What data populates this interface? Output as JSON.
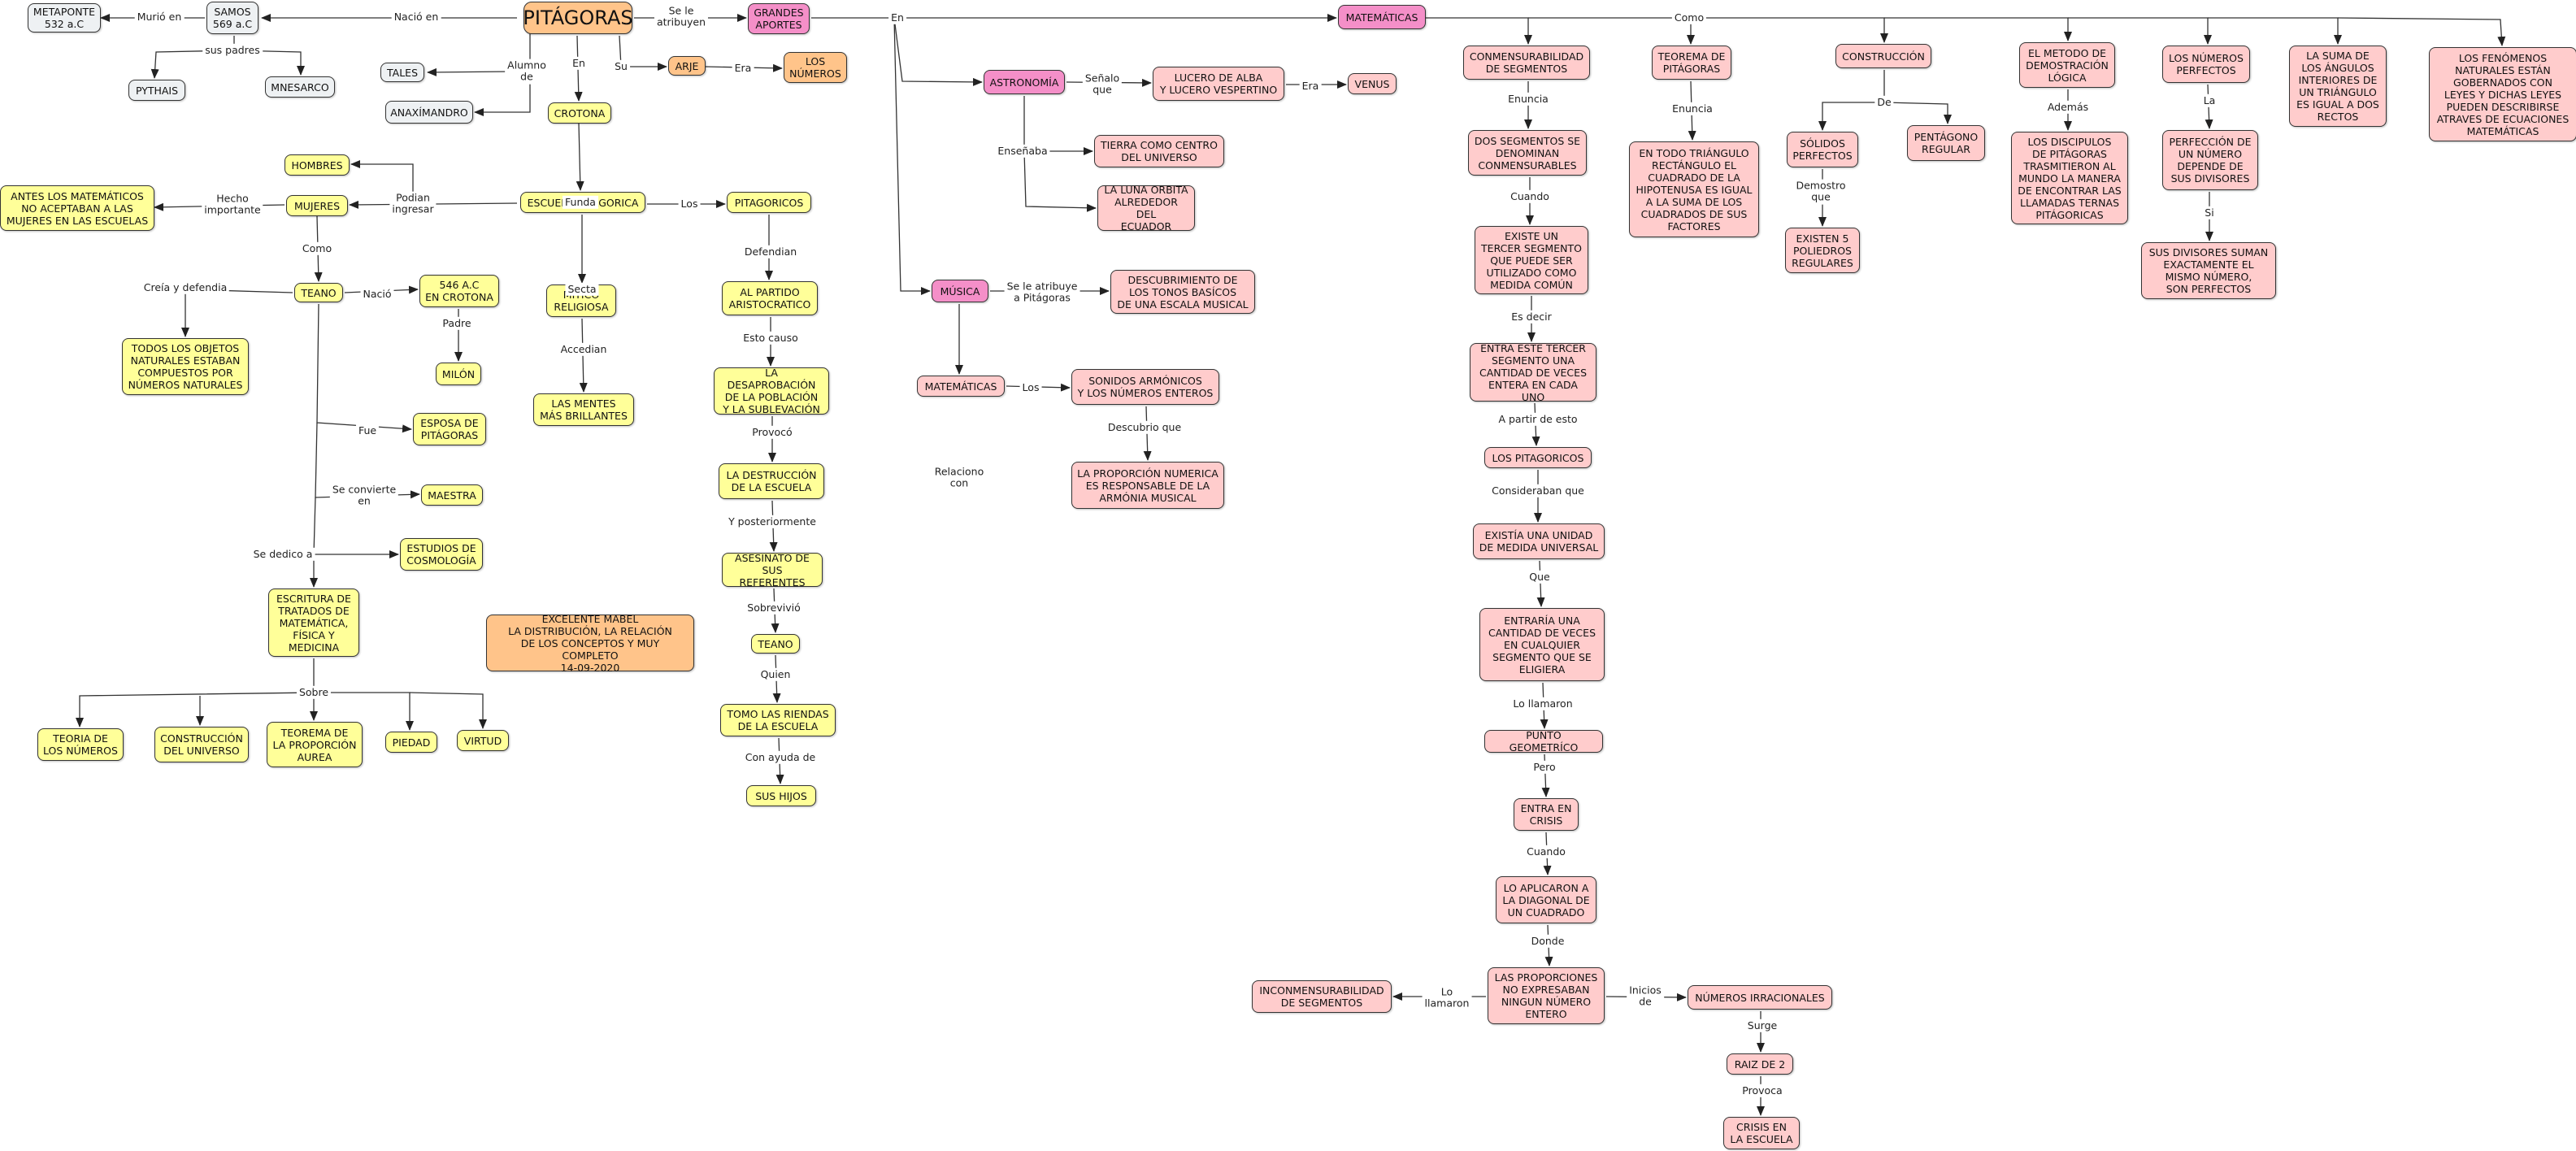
{
  "colors": {
    "grey": "#eef1f3",
    "yellow": "#ffff99",
    "orange": "#ffc48a",
    "pink": "#ffcccc",
    "magenta": "#f48fc8",
    "edge": "#333333"
  },
  "nodes": [
    {
      "id": "pitagoras",
      "text": "PITÁGORAS",
      "color": "orange",
      "size": "big"
    },
    {
      "id": "samos",
      "text": "SAMOS\n569 a.C",
      "color": "grey"
    },
    {
      "id": "metaponte",
      "text": "METAPONTE\n532 a.C",
      "color": "grey"
    },
    {
      "id": "pythais",
      "text": "PYTHAIS",
      "color": "grey"
    },
    {
      "id": "mnesarco",
      "text": "MNESARCO",
      "color": "grey"
    },
    {
      "id": "tales",
      "text": "TALES",
      "color": "grey"
    },
    {
      "id": "anaximandro",
      "text": "ANAXÍMANDRO",
      "color": "grey"
    },
    {
      "id": "crotona",
      "text": "CROTONA",
      "color": "yellow"
    },
    {
      "id": "arje",
      "text": "ARJE",
      "color": "orange"
    },
    {
      "id": "los_numeros",
      "text": "LOS\nNÚMEROS",
      "color": "orange"
    },
    {
      "id": "grandes_aportes",
      "text": "GRANDES\nAPORTES",
      "color": "magenta"
    },
    {
      "id": "escuela",
      "text": "ESCUELA PITAGORICA",
      "color": "yellow"
    },
    {
      "id": "hombres",
      "text": "HOMBRES",
      "color": "yellow"
    },
    {
      "id": "mujeres",
      "text": "MUJERES",
      "color": "yellow"
    },
    {
      "id": "antes_matematicos",
      "text": "ANTES LOS MATEMÁTICOS\nNO ACEPTABAN A LAS\nMUJERES EN LAS ESCUELAS",
      "color": "yellow"
    },
    {
      "id": "teano1",
      "text": "TEANO",
      "color": "yellow"
    },
    {
      "id": "a546",
      "text": "546 A.C\nEN CROTONA",
      "color": "yellow"
    },
    {
      "id": "milon",
      "text": "MILÓN",
      "color": "yellow"
    },
    {
      "id": "todos_objetos",
      "text": "TODOS LOS OBJETOS\nNATURALES ESTABAN\nCOMPUESTOS POR\nNÚMEROS NATURALES",
      "color": "yellow"
    },
    {
      "id": "esposa",
      "text": "ESPOSA DE\nPITÁGORAS",
      "color": "yellow"
    },
    {
      "id": "maestra",
      "text": "MAESTRA",
      "color": "yellow"
    },
    {
      "id": "estudios",
      "text": "ESTUDIOS DE\nCOSMOLOGÍA",
      "color": "yellow"
    },
    {
      "id": "escritura",
      "text": "ESCRITURA DE\nTRATADOS DE\nMATEMÁTICA,\nFÍSICA Y\nMEDICINA",
      "color": "yellow"
    },
    {
      "id": "teoria_numeros",
      "text": "TEORIA DE\nLOS NÚMEROS",
      "color": "yellow"
    },
    {
      "id": "construccion_universo",
      "text": "CONSTRUCCIÓN\nDEL UNIVERSO",
      "color": "yellow"
    },
    {
      "id": "teorema_proporcion",
      "text": "TEOREMA DE\nLA PROPORCIÓN\nAUREA",
      "color": "yellow"
    },
    {
      "id": "piedad",
      "text": "PIEDAD",
      "color": "yellow"
    },
    {
      "id": "virtud",
      "text": "VIRTUD",
      "color": "yellow"
    },
    {
      "id": "mitico",
      "text": "MITICO\nRELIGIOSA",
      "color": "yellow"
    },
    {
      "id": "mentes",
      "text": "LAS MENTES\nMÁS BRILLANTES",
      "color": "yellow"
    },
    {
      "id": "pitagoricos1",
      "text": "PITAGORICOS",
      "color": "yellow"
    },
    {
      "id": "partido",
      "text": "AL PARTIDO\nARISTOCRATICO",
      "color": "yellow"
    },
    {
      "id": "desaprobacion",
      "text": "LA DESAPROBACIÓN\nDE LA POBLACIÓN\nY LA SUBLEVACIÓN",
      "color": "yellow"
    },
    {
      "id": "destruccion",
      "text": "LA DESTRUCCIÓN\nDE LA ESCUELA",
      "color": "yellow"
    },
    {
      "id": "asesinato",
      "text": "ASESINATO DE\nSUS REFERENTES",
      "color": "yellow"
    },
    {
      "id": "teano2",
      "text": "TEANO",
      "color": "yellow"
    },
    {
      "id": "tomo",
      "text": "TOMO LAS RIENDAS\nDE LA ESCUELA",
      "color": "yellow"
    },
    {
      "id": "sus_hijos",
      "text": "SUS HIJOS",
      "color": "yellow"
    },
    {
      "id": "excelente",
      "text": "EXCELENTE MABEL\nLA DISTRIBUCIÓN, LA RELACIÓN\nDE LOS CONCEPTOS Y MUY COMPLETO\n14-09-2020",
      "color": "orange"
    },
    {
      "id": "astronomia",
      "text": "ASTRONOMÍA",
      "color": "magenta"
    },
    {
      "id": "lucero",
      "text": "LUCERO DE ALBA\nY LUCERO VESPERTINO",
      "color": "pink"
    },
    {
      "id": "venus",
      "text": "VENUS",
      "color": "pink"
    },
    {
      "id": "tierra",
      "text": "TIERRA COMO CENTRO\nDEL UNIVERSO",
      "color": "pink"
    },
    {
      "id": "luna",
      "text": "LA LUNA ORBITA\nALREDEDOR DEL\nECUADOR",
      "color": "pink"
    },
    {
      "id": "musica",
      "text": "MÚSICA",
      "color": "magenta"
    },
    {
      "id": "descubrimiento",
      "text": "DESCUBRIMIENTO DE\nLOS TONOS BASÍCOS\nDE UNA ESCALA MUSICAL",
      "color": "pink"
    },
    {
      "id": "matematicas2",
      "text": "MATEMÁTICAS",
      "color": "pink"
    },
    {
      "id": "sonidos",
      "text": "SONIDOS ARMÓNICOS\nY LOS NÚMEROS ENTEROS",
      "color": "pink"
    },
    {
      "id": "proporcion_numerica",
      "text": "LA PROPORCIÓN NUMERICA\nES RESPONSABLE DE LA\nARMÓNIA MUSICAL",
      "color": "pink"
    },
    {
      "id": "matematicas",
      "text": "MATEMÁTICAS",
      "color": "magenta"
    },
    {
      "id": "conmensurabilidad",
      "text": "CONMENSURABILIDAD\nDE SEGMENTOS",
      "color": "pink"
    },
    {
      "id": "dos_segmentos",
      "text": "DOS SEGMENTOS SE\nDENOMINAN\nCONMENSURABLES",
      "color": "pink"
    },
    {
      "id": "existe_tercer",
      "text": "EXISTE UN\nTERCER SEGMENTO\nQUE PUEDE SER\nUTILIZADO COMO\nMEDIDA COMÚN",
      "color": "pink"
    },
    {
      "id": "entra_tercer",
      "text": "ENTRA ESTE TERCER\nSEGMENTO UNA\nCANTIDAD DE VECES\nENTERA EN CADA UNO",
      "color": "pink"
    },
    {
      "id": "pitagoricos2",
      "text": "LOS PITAGORICOS",
      "color": "pink"
    },
    {
      "id": "existia",
      "text": "EXISTÍA UNA UNIDAD\nDE MEDIDA UNIVERSAL",
      "color": "pink"
    },
    {
      "id": "entraria",
      "text": "ENTRARÍA UNA\nCANTIDAD DE VECES\nEN CUALQUIER\nSEGMENTO QUE SE\nELIGIERA",
      "color": "pink"
    },
    {
      "id": "punto",
      "text": "PUNTO GEOMETRÍCO",
      "color": "pink"
    },
    {
      "id": "crisis1",
      "text": "ENTRA EN\nCRISIS",
      "color": "pink"
    },
    {
      "id": "aplicaron",
      "text": "LO APLICARON A\nLA DIAGONAL DE\nUN CUADRADO",
      "color": "pink"
    },
    {
      "id": "proporciones",
      "text": "LAS PROPORCIONES\nNO EXPRESABAN\nNINGUN NÚMERO\nENTERO",
      "color": "pink"
    },
    {
      "id": "inconmensurabilidad",
      "text": "INCONMENSURABILIDAD\nDE SEGMENTOS",
      "color": "pink"
    },
    {
      "id": "irracionales",
      "text": "NÚMEROS IRRACIONALES",
      "color": "pink"
    },
    {
      "id": "raiz",
      "text": "RAIZ DE 2",
      "color": "pink"
    },
    {
      "id": "crisis2",
      "text": "CRISIS EN\nLA ESCUELA",
      "color": "pink"
    },
    {
      "id": "teorema_pitagoras",
      "text": "TEOREMA DE\nPITÁGORAS",
      "color": "pink"
    },
    {
      "id": "triangulo",
      "text": "EN TODO TRIÁNGULO\nRECTÁNGULO EL\nCUADRADO DE LA\nHIPOTENUSA ES IGUAL\nA LA SUMA DE LOS\nCUADRADOS DE SUS\nFACTORES",
      "color": "pink"
    },
    {
      "id": "construccion",
      "text": "CONSTRUCCIÓN",
      "color": "pink"
    },
    {
      "id": "solidos",
      "text": "SÓLIDOS\nPERFECTOS",
      "color": "pink"
    },
    {
      "id": "pentagono",
      "text": "PENTÁGONO\nREGULAR",
      "color": "pink"
    },
    {
      "id": "existen5",
      "text": "EXISTEN 5\nPOLIEDROS\nREGULARES",
      "color": "pink"
    },
    {
      "id": "metodo",
      "text": "EL METODO DE\nDEMOSTRACIÓN\nLÓGICA",
      "color": "pink"
    },
    {
      "id": "discipulos",
      "text": "LOS DISCIPULOS\nDE PITÁGORAS\nTRASMITIERON AL\nMUNDO LA MANERA\nDE ENCONTRAR LAS\nLLAMADAS TERNAS\nPITÁGORICAS",
      "color": "pink"
    },
    {
      "id": "numeros_perfectos",
      "text": "LOS NÚMEROS\nPERFECTOS",
      "color": "pink"
    },
    {
      "id": "perfeccion",
      "text": "PERFECCIÓN DE\nUN NÚMERO\nDEPENDE DE\nSUS DIVISORES",
      "color": "pink"
    },
    {
      "id": "divisores",
      "text": "SUS DIVISORES SUMAN\nEXACTAMENTE EL\nMISMO NÚMERO,\nSON PERFECTOS",
      "color": "pink"
    },
    {
      "id": "suma_angulos",
      "text": "LA SUMA DE\nLOS ÁNGULOS\nINTERIORES DE\nUN TRIÁNGULO\nES IGUAL A DOS\nRECTOS",
      "color": "pink"
    },
    {
      "id": "fenomenos",
      "text": "LOS FENÓMENOS\nNATURALES ESTÁN\nGOBERNADOS CON\nLEYES Y DICHAS LEYES\nPUEDEN DESCRIBIRSE\nATRAVES DE ECUACIONES\nMATEMÁTICAS",
      "color": "pink"
    }
  ],
  "labels": [
    {
      "id": "l_murio",
      "text": "Murió en"
    },
    {
      "id": "l_nacio_en",
      "text": "Nació en"
    },
    {
      "id": "l_sus_padres",
      "text": "sus padres"
    },
    {
      "id": "l_alumno",
      "text": "Alumno\nde"
    },
    {
      "id": "l_en1",
      "text": "En"
    },
    {
      "id": "l_su",
      "text": "Su"
    },
    {
      "id": "l_era1",
      "text": "Era"
    },
    {
      "id": "l_atribuyen",
      "text": "Se le\natribuyen"
    },
    {
      "id": "l_en2",
      "text": "En"
    },
    {
      "id": "l_como1",
      "text": "Como"
    },
    {
      "id": "l_funda",
      "text": "Funda"
    },
    {
      "id": "l_podian",
      "text": "Podian\ningresar"
    },
    {
      "id": "l_hecho",
      "text": "Hecho\nimportante"
    },
    {
      "id": "l_como2",
      "text": "Como"
    },
    {
      "id": "l_creia",
      "text": "Creía y defendia"
    },
    {
      "id": "l_nacio",
      "text": "Nació"
    },
    {
      "id": "l_padre",
      "text": "Padre"
    },
    {
      "id": "l_fue",
      "text": "Fue"
    },
    {
      "id": "l_convierte",
      "text": "Se convierte\nen"
    },
    {
      "id": "l_dedico",
      "text": "Se dedico a"
    },
    {
      "id": "l_sobre",
      "text": "Sobre"
    },
    {
      "id": "l_secta",
      "text": "Secta"
    },
    {
      "id": "l_accedian",
      "text": "Accedian"
    },
    {
      "id": "l_los1",
      "text": "Los"
    },
    {
      "id": "l_defendian",
      "text": "Defendian"
    },
    {
      "id": "l_causo",
      "text": "Esto causo"
    },
    {
      "id": "l_provoco",
      "text": "Provocó"
    },
    {
      "id": "l_posteriormente",
      "text": "Y posteriormente"
    },
    {
      "id": "l_sobrevivio",
      "text": "Sobrevivió"
    },
    {
      "id": "l_quien",
      "text": "Quien"
    },
    {
      "id": "l_ayuda",
      "text": "Con ayuda de"
    },
    {
      "id": "l_senalo",
      "text": "Señalo\nque"
    },
    {
      "id": "l_era2",
      "text": "Era"
    },
    {
      "id": "l_enseñaba",
      "text": "Enseñaba"
    },
    {
      "id": "l_atribuye",
      "text": "Se le atribuye\na Pitágoras"
    },
    {
      "id": "l_relaciono",
      "text": "Relaciono\ncon"
    },
    {
      "id": "l_los2",
      "text": "Los"
    },
    {
      "id": "l_descubrio",
      "text": "Descubrio que"
    },
    {
      "id": "l_enuncia1",
      "text": "Enuncia"
    },
    {
      "id": "l_cuando1",
      "text": "Cuando"
    },
    {
      "id": "l_es_decir",
      "text": "Es decir"
    },
    {
      "id": "l_partir",
      "text": "A partir de esto"
    },
    {
      "id": "l_consideraban",
      "text": "Consideraban que"
    },
    {
      "id": "l_que",
      "text": "Que"
    },
    {
      "id": "l_llamaron",
      "text": "Lo llamaron"
    },
    {
      "id": "l_pero",
      "text": "Pero"
    },
    {
      "id": "l_cuando2",
      "text": "Cuando"
    },
    {
      "id": "l_donde",
      "text": "Donde"
    },
    {
      "id": "l_lo_llamaron",
      "text": "Lo\nllamaron"
    },
    {
      "id": "l_inicios",
      "text": "Inicios\nde"
    },
    {
      "id": "l_surge",
      "text": "Surge"
    },
    {
      "id": "l_provoca",
      "text": "Provoca"
    },
    {
      "id": "l_enuncia2",
      "text": "Enuncia"
    },
    {
      "id": "l_de",
      "text": "De"
    },
    {
      "id": "l_demostro",
      "text": "Demostro\nque"
    },
    {
      "id": "l_ademas",
      "text": "Además"
    },
    {
      "id": "l_la",
      "text": "La"
    },
    {
      "id": "l_si",
      "text": "Si"
    }
  ]
}
